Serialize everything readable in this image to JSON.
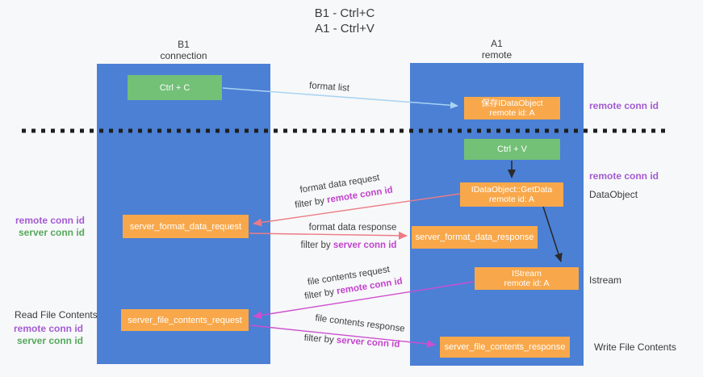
{
  "title": {
    "line1": "B1 - Ctrl+C",
    "line2": "A1 - Ctrl+V"
  },
  "lanes": {
    "left": {
      "title": "B1",
      "subtitle": "connection"
    },
    "right": {
      "title": "A1",
      "subtitle": "remote"
    }
  },
  "nodes": {
    "ctrl_c": {
      "label": "Ctrl + C"
    },
    "ctrl_v": {
      "label": "Ctrl + V"
    },
    "save_obj": {
      "line1": "保存IDataObject",
      "line2": "remote id: A"
    },
    "getdata": {
      "line1": "IDataObject::GetData",
      "line2": "remote id: A"
    },
    "istream": {
      "line1": "IStream",
      "line2": "remote id: A"
    },
    "format_request": {
      "label": "server_format_data_request"
    },
    "format_response": {
      "label": "server_format_data_response"
    },
    "file_request": {
      "label": "server_file_contents_request"
    },
    "file_response": {
      "label": "server_file_contents_response"
    }
  },
  "edge_labels": {
    "format_list": "format list",
    "format_data_request": "format data request",
    "format_data_response": "format data response",
    "file_contents_request": "file contents request",
    "file_contents_response": "file contents response",
    "filter_by": "filter by ",
    "remote_conn_id": "remote conn id",
    "server_conn_id": "server conn id"
  },
  "side_labels": {
    "right_remote_conn_id_top": "remote conn id",
    "right_remote_conn_id_mid": "remote conn id",
    "right_dataobject": "DataObject",
    "right_istream": "Istream",
    "right_write_file": "Write File Contents",
    "left_remote_conn_id_mid": "remote conn id",
    "left_server_conn_id_mid": "server conn id",
    "left_read_file": "Read File Contents",
    "left_remote_conn_id_bottom": "remote conn id",
    "left_server_conn_id_bottom": "server conn id"
  },
  "colors": {
    "lane_blue": "#4b80d5",
    "box_orange": "#f8a84b",
    "box_green": "#73c077",
    "purple_id": "#a35bd2",
    "magenta_id": "#c243cc",
    "green_id": "#55a85c",
    "arrow_salmon": "#ec7b86",
    "arrow_magenta": "#cd4ecf",
    "arrow_lightblue": "#a9d3f1",
    "arrow_black": "#2b2b2b"
  }
}
